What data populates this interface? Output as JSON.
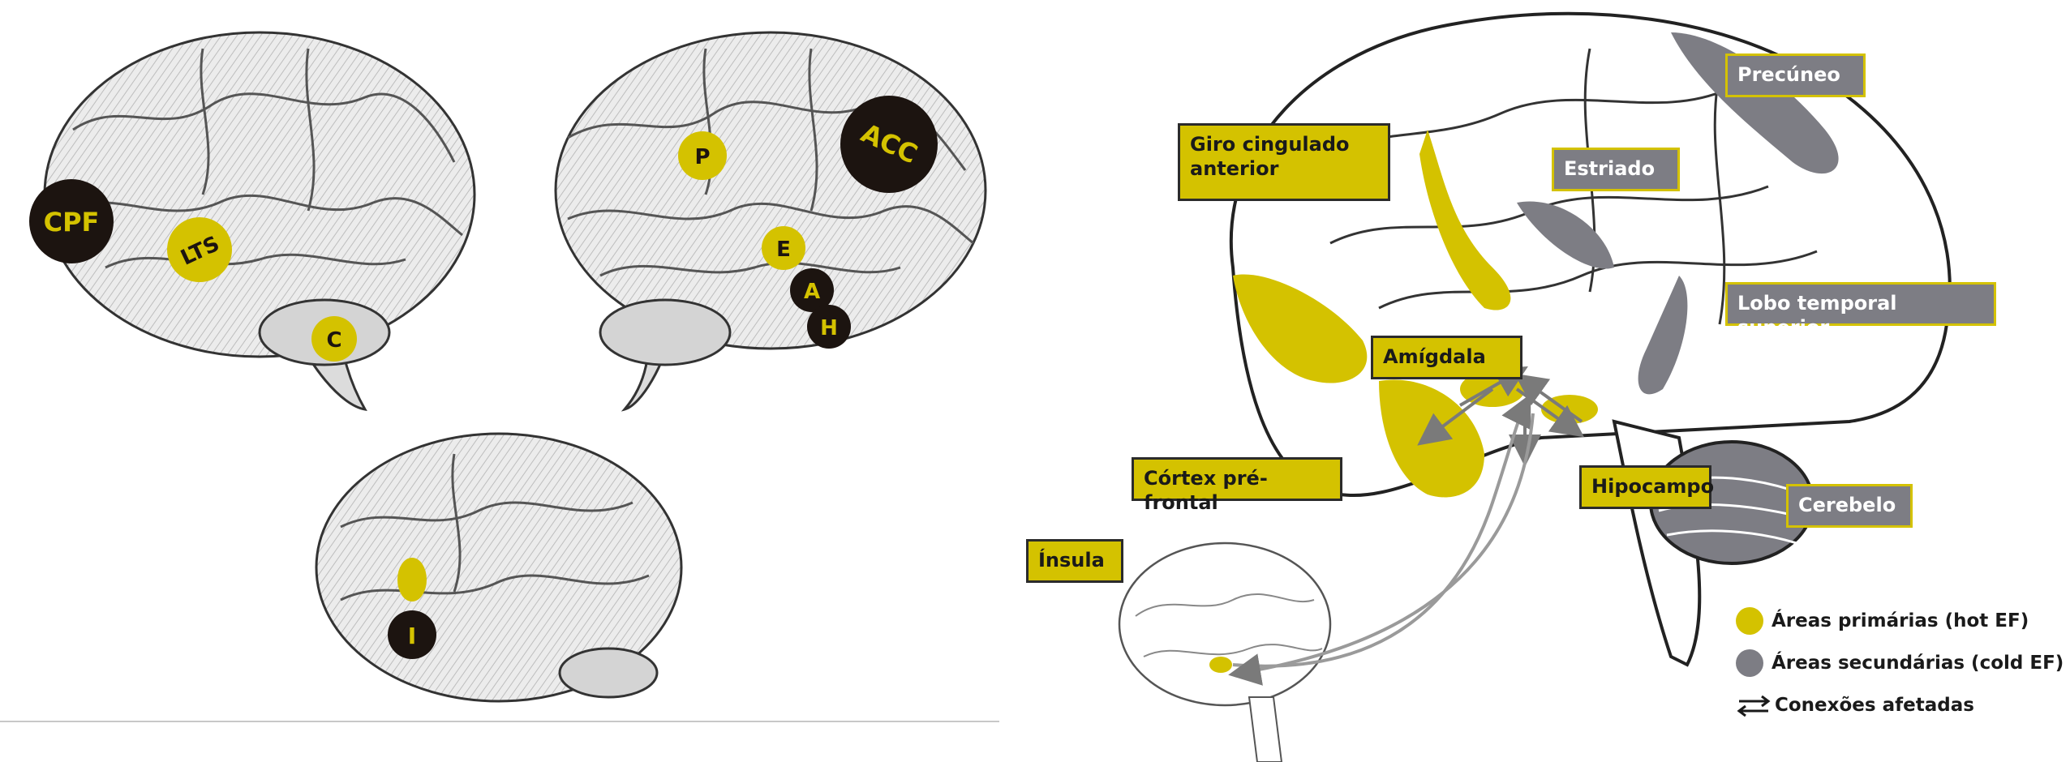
{
  "colors": {
    "primary": "#d4c200",
    "secondary": "#7d7d84",
    "badge_dark": "#1c1410",
    "outline": "#2b2b2b"
  },
  "left_badges": {
    "cpf": "CPF",
    "lts": "LTS",
    "c": "C",
    "p": "P",
    "acc": "ACC",
    "e": "E",
    "a": "A",
    "h": "H",
    "i": "I"
  },
  "labels": {
    "giro_cingulado": "Giro cingulado anterior",
    "precuneo": "Precúneo",
    "estriado": "Estriado",
    "lobo_temporal": "Lobo temporal superior",
    "amigdala": "Amígdala",
    "cortex_prefrontal": "Córtex pré-frontal",
    "hipocampo": "Hipocampo",
    "cerebelo": "Cerebelo",
    "insula": "Ínsula"
  },
  "legend": {
    "primary": "Áreas primárias (hot EF)",
    "secondary": "Áreas secundárias (cold EF)",
    "connections": "Conexões afetadas"
  }
}
